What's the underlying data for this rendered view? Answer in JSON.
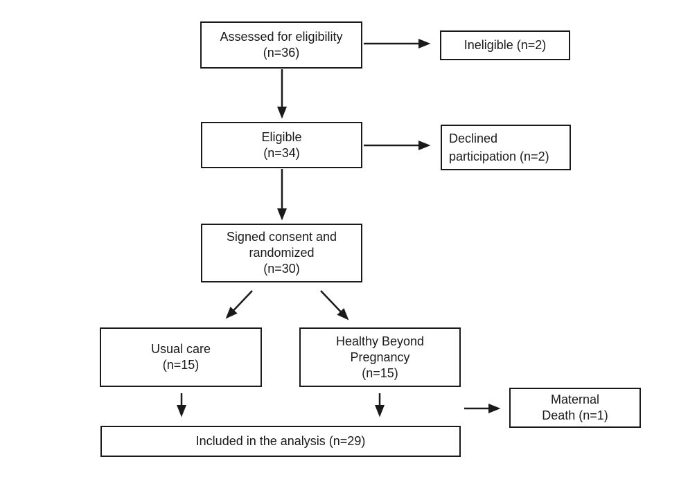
{
  "colors": {
    "background": "#ffffff",
    "box_fill": "#ffffff",
    "line": "#1a1a1a",
    "text": "#1a1a1a"
  },
  "flowchart": {
    "type": "consort-flow-diagram",
    "nodes": {
      "assessed": {
        "lines": [
          "Assessed for eligibility",
          "(n=36)"
        ]
      },
      "ineligible": {
        "lines": [
          "Ineligible (n=2)"
        ]
      },
      "eligible": {
        "lines": [
          "Eligible",
          "(n=34)"
        ]
      },
      "declined": {
        "lines": [
          "Declined",
          "participation (n=2)"
        ]
      },
      "randomized": {
        "lines": [
          "Signed consent and",
          "randomized",
          "(n=30)"
        ]
      },
      "usual_care": {
        "lines": [
          "Usual care",
          "(n=15)"
        ]
      },
      "hbp": {
        "lines": [
          "Healthy Beyond",
          "Pregnancy",
          "(n=15)"
        ]
      },
      "maternal_death": {
        "lines": [
          "Maternal",
          "Death (n=1)"
        ]
      },
      "included": {
        "lines": [
          "Included in the analysis (n=29)"
        ]
      }
    },
    "edges": [
      {
        "from": "assessed",
        "to": "eligible"
      },
      {
        "from": "assessed",
        "to": "ineligible"
      },
      {
        "from": "eligible",
        "to": "randomized"
      },
      {
        "from": "eligible",
        "to": "declined"
      },
      {
        "from": "randomized",
        "to": "usual_care"
      },
      {
        "from": "randomized",
        "to": "hbp"
      },
      {
        "from": "usual_care",
        "to": "included"
      },
      {
        "from": "hbp",
        "to": "included"
      },
      {
        "from": "hbp",
        "to": "maternal_death"
      }
    ]
  }
}
